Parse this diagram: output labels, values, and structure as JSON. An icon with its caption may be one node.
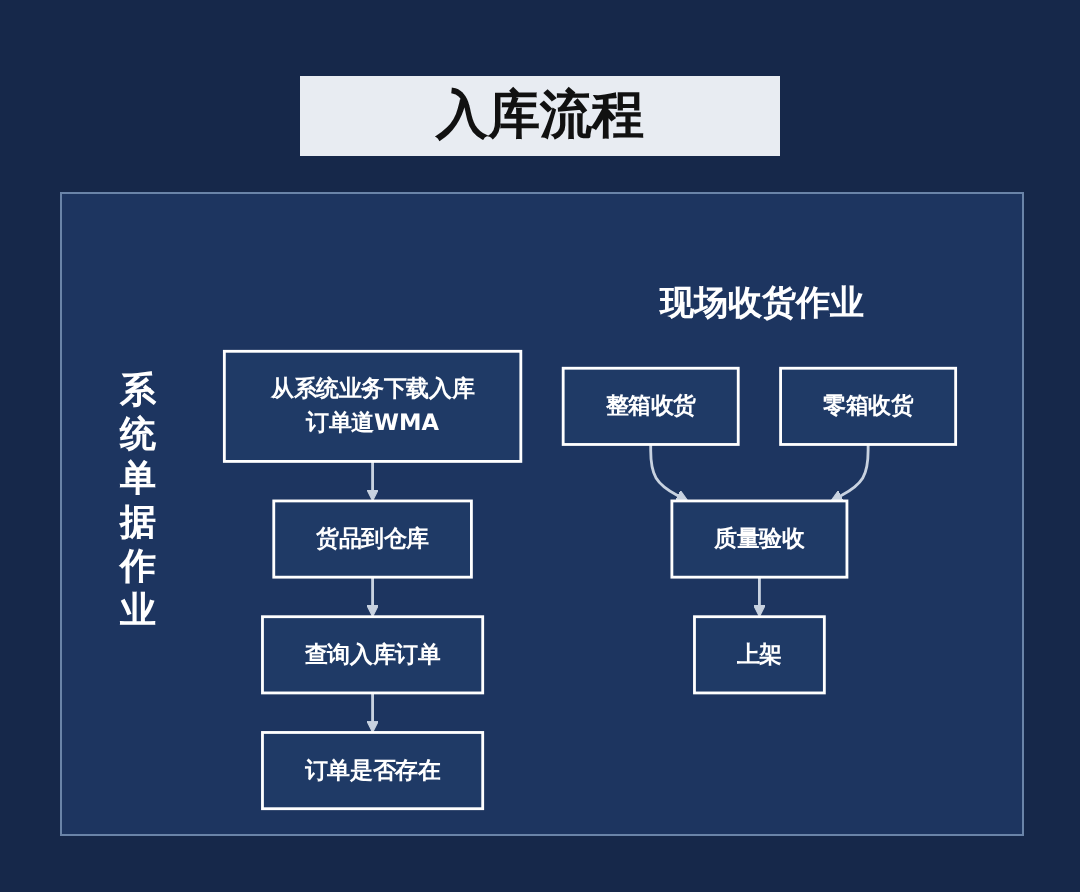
{
  "diagram": {
    "title": "入库流程",
    "nodes": [
      {
        "text": [
          "从系统业务下载入库订单道WMA"
        ]
      },
      {
        "text": [
          "货品到仓库"
        ]
      },
      {
        "text": [
          "查询入库订单"
        ]
      },
      {
        "text": [
          "订单是否存在"
        ]
      },
      {
        "text": [
          "整箱收货"
        ]
      },
      {
        "text": [
          "零箱收货"
        ]
      },
      {
        "text": [
          "质量验收"
        ]
      },
      {
        "text": [
          "上架"
        ]
      }
    ],
    "edges": [
      {
        "from": 0,
        "to": 1,
        "arrow": "to"
      },
      {
        "from": 1,
        "to": 2,
        "arrow": "to"
      },
      {
        "from": 2,
        "to": 3,
        "arrow": "to"
      },
      {
        "from": 4,
        "to": 6,
        "arrow": "to"
      },
      {
        "from": 5,
        "to": 6,
        "arrow": "to"
      },
      {
        "from": 6,
        "to": 7,
        "arrow": "to"
      }
    ],
    "labels": [
      "系统单据作业",
      "现场收货作业"
    ]
  }
}
